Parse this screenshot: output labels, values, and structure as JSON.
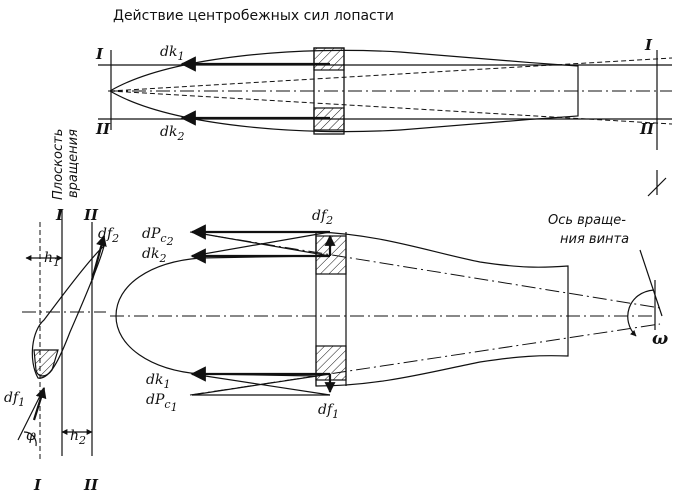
{
  "title": "Действие центробежных сил лопасти",
  "top_view": {
    "label_I_left": "I",
    "label_II_left": "II",
    "label_I_right": "I",
    "label_II_right": "II",
    "dk1": "dk",
    "dk1_sub": "1",
    "dk2": "dk",
    "dk2_sub": "2"
  },
  "plane_label": {
    "line1": "Плоскость",
    "line2": "вращения"
  },
  "axis_label": {
    "line1": "Ось враще-",
    "line2": "ния винта"
  },
  "omega": "ω",
  "profile": {
    "I_top": "I",
    "II_top": "II",
    "I_bottom": "I",
    "II_bottom": "II",
    "h1": "h",
    "h1_sub": "1",
    "h2": "h",
    "h2_sub": "2",
    "df1": "df",
    "df1_sub": "1",
    "df2": "df",
    "df2_sub": "2",
    "phi": "φ"
  },
  "bottom_view": {
    "df2": "df",
    "df2_sub": "2",
    "dPc2": "dP",
    "dPc2_sub": "c",
    "dPc2_sub2": "2",
    "dk2": "dk",
    "dk2_sub": "2",
    "dk1": "dk",
    "dk1_sub": "1",
    "dPc1": "dP",
    "dPc1_sub": "c",
    "dPc1_sub2": "1",
    "df1": "df",
    "df1_sub": "1"
  }
}
